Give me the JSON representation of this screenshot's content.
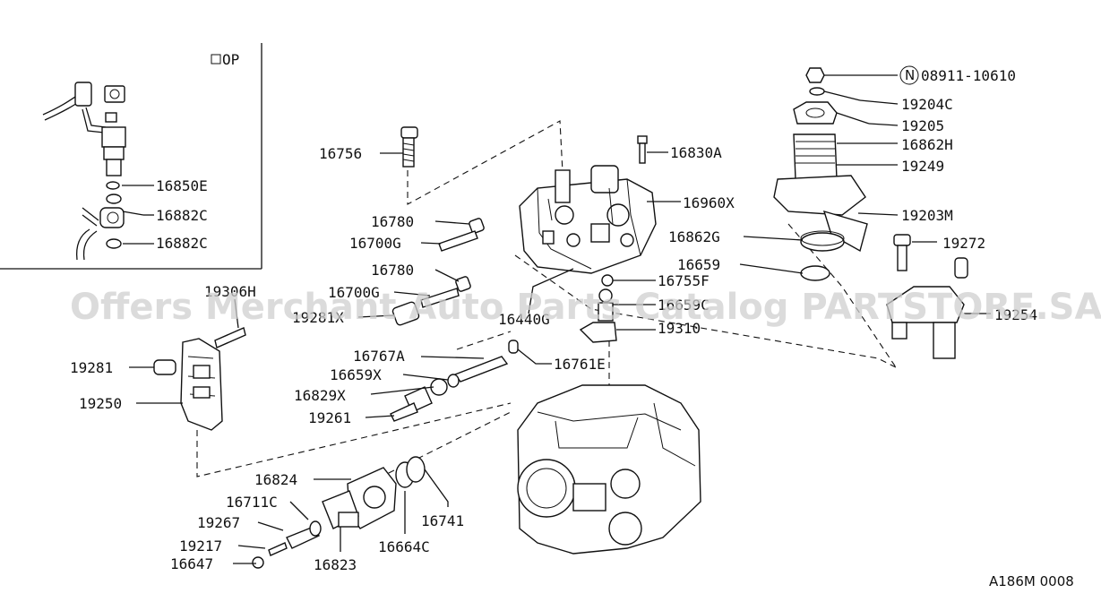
{
  "inset_label": "OP",
  "diagram_code": "A186M 0008",
  "watermark": "Offers Merchant Auto Parts Catalog PARTSTORE.SA",
  "n_symbol": "N",
  "labels": {
    "p16850E": "16850E",
    "p16882C_a": "16882C",
    "p16882C_b": "16882C",
    "p16756": "16756",
    "p16830A": "16830A",
    "p16960X": "16960X",
    "p16780_a": "16780",
    "p16700G_a": "16700G",
    "p16780_b": "16780",
    "p16700G_b": "16700G",
    "p19281X": "19281X",
    "p16440G": "16440G",
    "p16755F": "16755F",
    "p16659C": "16659C",
    "p19310": "19310",
    "p16862G": "16862G",
    "p16659": "16659",
    "p19306H": "19306H",
    "p16767A": "16767A",
    "p16659X": "16659X",
    "p16829X": "16829X",
    "p19261": "19261",
    "p16761E": "16761E",
    "p19281": "19281",
    "p19250": "19250",
    "p16824": "16824",
    "p16711C": "16711C",
    "p19267": "19267",
    "p19217": "19217",
    "p16647": "16647",
    "p16823": "16823",
    "p16664C": "16664C",
    "p16741": "16741",
    "p08911": "08911-10610",
    "p19204C": "19204C",
    "p19205": "19205",
    "p16862H": "16862H",
    "p19249": "19249",
    "p19203M": "19203M",
    "p19272": "19272",
    "p19254": "19254"
  }
}
